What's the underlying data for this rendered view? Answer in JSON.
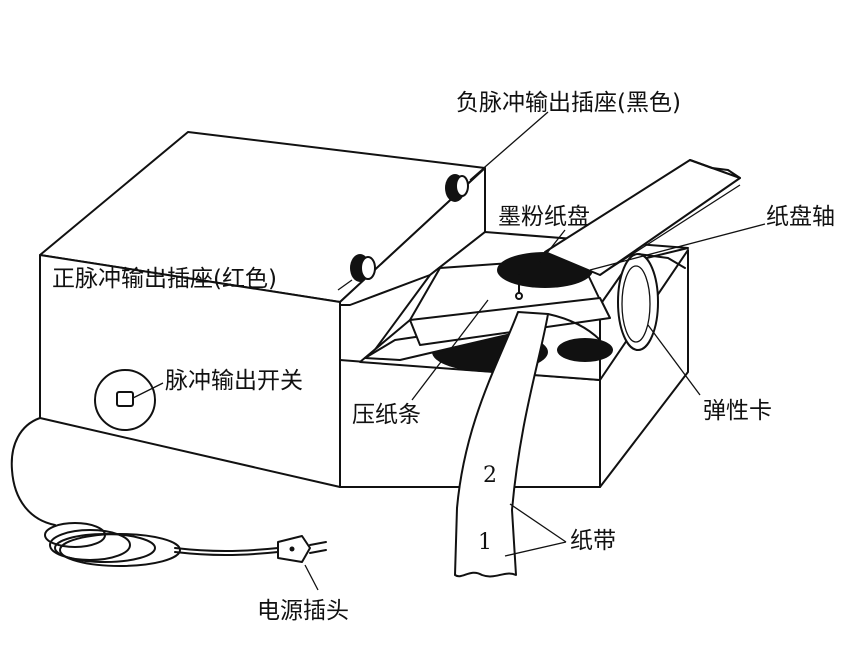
{
  "labels": {
    "negative_socket": "负脉冲输出插座(黑色)",
    "positive_socket": "正脉冲输出插座(红色)",
    "toner_disk": "墨粉纸盘",
    "disk_axle": "纸盘轴",
    "pulse_switch": "脉冲输出开关",
    "press_strip": "压纸条",
    "spring_clip": "弹性卡",
    "paper_tape": "纸带",
    "power_plug": "电源插头",
    "tape_mark_1": "1",
    "tape_mark_2": "2"
  }
}
